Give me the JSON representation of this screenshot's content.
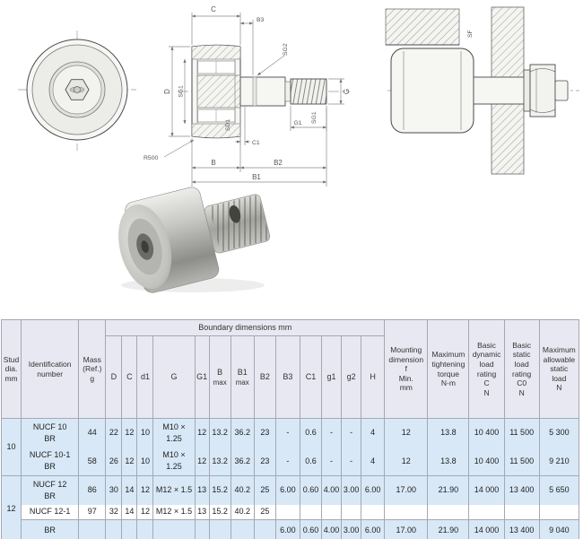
{
  "drawings": {
    "dim_labels": {
      "c": "C",
      "b3": "B3",
      "sg2": "SG2",
      "sg1_left": "SG1",
      "d": "D",
      "sd1": "SD1",
      "c1": "C1",
      "g1": "G1",
      "sg1_right": "SG1",
      "g": "G",
      "r500": "R500",
      "b": "B",
      "b2": "B2",
      "b1": "B1",
      "sf": "SF"
    }
  },
  "table": {
    "headers": {
      "stud_dia": "Stud\ndia.\nmm",
      "identification": "Identification\nnumber",
      "mass": "Mass\n(Ref.)\ng",
      "boundary": "Boundary dimensions  mm",
      "max_label": "max",
      "dims": [
        "D",
        "C",
        "d1",
        "G",
        "G1",
        "B",
        "B1",
        "B2",
        "B3",
        "C1",
        "g1",
        "g2",
        "H"
      ],
      "mounting": "Mounting\ndimension\nf\nMin.\nmm",
      "torque": "Maximum\ntightening\ntorque\nN-m",
      "dynamic_load": "Basic\ndynamic\nload\nrating\nC\nN",
      "static_load": "Basic\nstatic\nload\nrating\nC0\nN",
      "allowable_load": "Maximum\nallowable\nstatic\nload\nN"
    },
    "groups": [
      {
        "stud_dia": "10",
        "rows": [
          {
            "id1": "NUCF 10",
            "id2": "BR",
            "mass": "44",
            "D": "22",
            "C": "12",
            "d1": "10",
            "G": "M10 × 1.25",
            "G1": "12",
            "B": "13.2",
            "B1": "36.2",
            "B2": "23",
            "B3": "-",
            "C1": "0.6",
            "g1": "-",
            "g2": "-",
            "H": "4",
            "f": "12",
            "torque": "13.8",
            "C_load": "10 400",
            "C0_load": "11 500",
            "max_load": "5 300"
          },
          {
            "id1": "NUCF 10-1",
            "id2": "BR",
            "mass": "58",
            "D": "26",
            "C": "12",
            "d1": "10",
            "G": "M10 × 1.25",
            "G1": "12",
            "B": "13.2",
            "B1": "36.2",
            "B2": "23",
            "B3": "-",
            "C1": "0.6",
            "g1": "-",
            "g2": "-",
            "H": "4",
            "f": "12",
            "torque": "13.8",
            "C_load": "10 400",
            "C0_load": "11 500",
            "max_load": "9 210"
          }
        ]
      },
      {
        "stud_dia": "12",
        "rows": [
          {
            "id1": "NUCF 12",
            "id2": "BR",
            "mass": "86",
            "D": "30",
            "C": "14",
            "d1": "12",
            "G": "M12 × 1.5",
            "G1": "13",
            "B": "15.2",
            "B1": "40.2",
            "B2": "25",
            "B3": "6.00",
            "C1": "0.60",
            "g1": "4.00",
            "g2": "3.00",
            "H": "6.00",
            "f": "17.00",
            "torque": "21.90",
            "C_load": "14 000",
            "C0_load": "13 400",
            "max_load": "5 650"
          },
          {
            "id1": "NUCF 12-1",
            "id2": "",
            "mass": "97",
            "D": "32",
            "C": "14",
            "d1": "12",
            "G": "M12 × 1.5",
            "G1": "13",
            "B": "15.2",
            "B1": "40.2",
            "B2": "25",
            "B3": "",
            "C1": "",
            "g1": "",
            "g2": "",
            "H": "",
            "f": "",
            "torque": "",
            "C_load": "",
            "C0_load": "",
            "max_load": ""
          },
          {
            "id1": "BR",
            "id2": "",
            "mass": "",
            "D": "",
            "C": "",
            "d1": "",
            "G": "",
            "G1": "",
            "B": "",
            "B1": "",
            "B2": "",
            "B3": "6.00",
            "C1": "0.60",
            "g1": "4.00",
            "g2": "3.00",
            "H": "6.00",
            "f": "17.00",
            "torque": "21.90",
            "C_load": "14 000",
            "C0_load": "13 400",
            "max_load": "9 040"
          }
        ]
      }
    ]
  }
}
